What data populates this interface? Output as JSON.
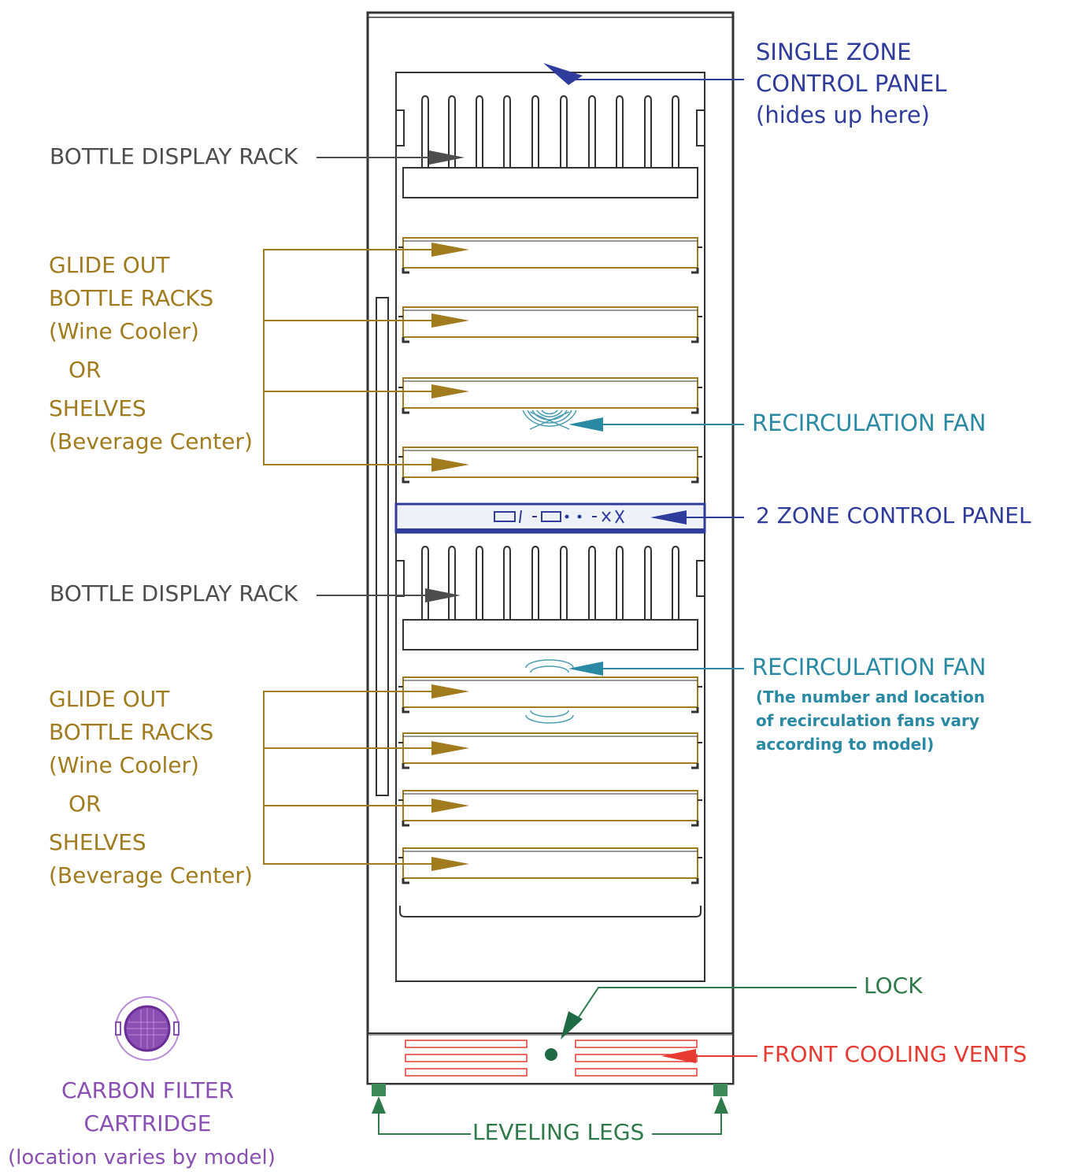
{
  "labels": {
    "single_zone": [
      "SINGLE ZONE",
      "CONTROL PANEL",
      "(hides up here)"
    ],
    "bottle_display_rack_top": "BOTTLE DISPLAY RACK",
    "bottle_display_rack_bottom": "BOTTLE DISPLAY RACK",
    "glide_out_top": [
      "GLIDE OUT",
      "BOTTLE RACKS",
      "(Wine Cooler)",
      "OR",
      "SHELVES",
      "(Beverage Center)"
    ],
    "glide_out_bottom": [
      "GLIDE OUT",
      "BOTTLE RACKS",
      "(Wine Cooler)",
      "OR",
      "SHELVES",
      "(Beverage Center)"
    ],
    "recirc_fan_top": "RECIRCULATION FAN",
    "two_zone": "2 ZONE CONTROL PANEL",
    "recirc_fan_bottom": "RECIRCULATION FAN",
    "recirc_note": [
      "(The number and location",
      "of recirculation fans vary",
      "according to model)"
    ],
    "lock": "LOCK",
    "front_vents": "FRONT COOLING VENTS",
    "leveling_legs": "LEVELING LEGS",
    "carbon_filter": [
      "CARBON FILTER",
      "CARTRIDGE"
    ],
    "carbon_note": "(location varies by model)"
  },
  "colors": {
    "blue": "#2f3c9b",
    "gray": "#4d4d4d",
    "gold": "#a07c1e",
    "teal": "#2a8aa3",
    "green": "#2f7a4a",
    "red": "#e63a32",
    "purple": "#8a4fb3"
  },
  "icons": [
    "fan-icon",
    "carbon-filter-icon",
    "lock-icon",
    "control-panel-icon"
  ]
}
